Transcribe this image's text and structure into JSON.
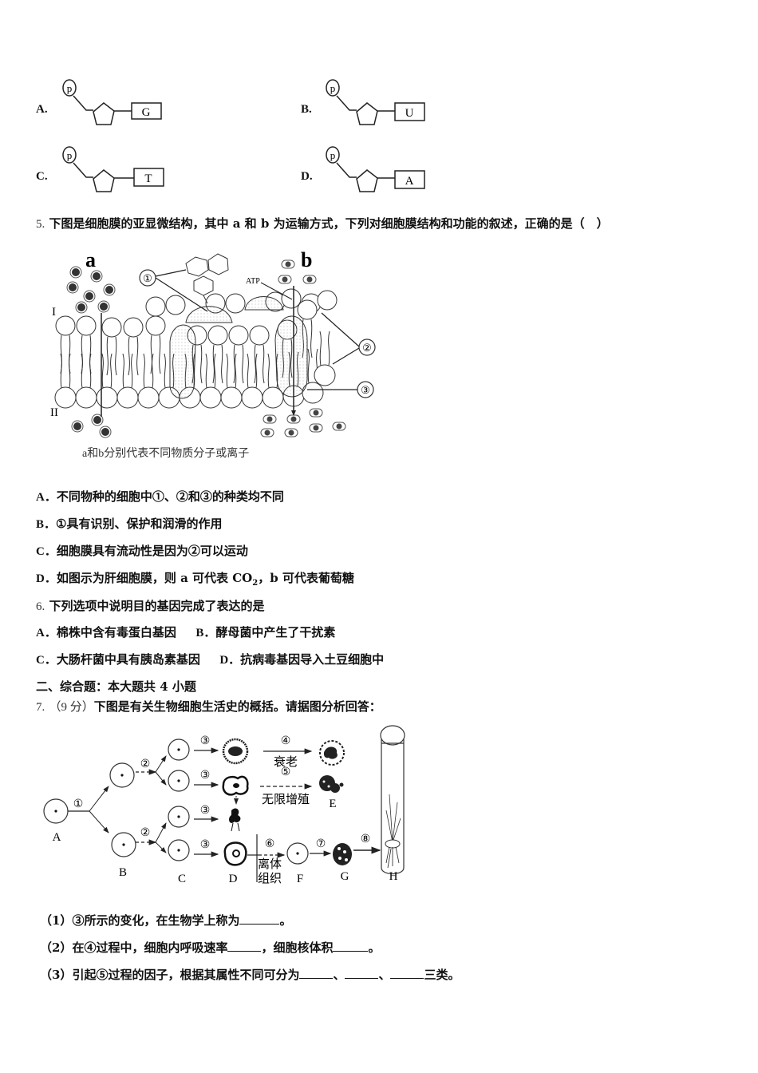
{
  "q4_options": [
    {
      "letter": "A.",
      "base": "G",
      "phosphate": "p"
    },
    {
      "letter": "B.",
      "base": "U",
      "phosphate": "p"
    },
    {
      "letter": "C.",
      "base": "T",
      "phosphate": "p"
    },
    {
      "letter": "D.",
      "base": "A",
      "phosphate": "p"
    }
  ],
  "q5": {
    "number": "5.",
    "stem": "下图是细胞膜的亚显微结构，其中 a 和 b 为运输方式，下列对细胞膜结构和功能的叙述，正确的是（　）",
    "figure": {
      "label_a": "a",
      "label_b": "b",
      "label_I": "I",
      "label_II": "II",
      "label_atp": "ATP",
      "marker_1": "①",
      "marker_2": "②",
      "marker_3": "③",
      "caption": "a和b分别代表不同物质分子或离子"
    },
    "options": [
      {
        "letter": "A．",
        "text": "不同物种的细胞中①、②和③的种类均不同"
      },
      {
        "letter": "B．",
        "text": "①具有识别、保护和润滑的作用"
      },
      {
        "letter": "C．",
        "text": "细胞膜具有流动性是因为②可以运动"
      },
      {
        "letter": "D．",
        "text_pre": "如图示为肝细胞膜，则 a 可代表 CO",
        "sub": "2",
        "text_post": "，b 可代表葡萄糖"
      }
    ]
  },
  "q6": {
    "number": "6.",
    "stem": "下列选项中说明目的基因完成了表达的是",
    "options": [
      {
        "letter": "A．",
        "text": "棉株中含有毒蛋白基因"
      },
      {
        "letter": "B．",
        "text": "酵母菌中产生了干扰素"
      },
      {
        "letter": "C．",
        "text": "大肠杆菌中具有胰岛素基因"
      },
      {
        "letter": "D．",
        "text": "抗病毒基因导入土豆细胞中"
      }
    ]
  },
  "section2": {
    "heading": "二、综合题：本大题共 4 小题"
  },
  "q7": {
    "number": "7.",
    "score": "（9 分）",
    "stem": "下图是有关生物细胞生活史的概括。请据图分析回答：",
    "figure": {
      "labels": [
        "A",
        "B",
        "C",
        "D",
        "E",
        "F",
        "G",
        "H"
      ],
      "step_1": "①",
      "step_2": "②",
      "step_3": "③",
      "step_4": "④",
      "step_5": "⑤",
      "step_6": "⑥",
      "step_7": "⑦",
      "step_8": "⑧",
      "text_aging": "衰老",
      "text_unlimited": "无限增殖",
      "text_isolated_1": "离体",
      "text_isolated_2": "组织"
    },
    "subquestions": [
      {
        "prefix": "（1）",
        "parts": [
          "③所示的变化，在生物学上称为",
          "。"
        ]
      },
      {
        "prefix": "（2）",
        "parts": [
          "在④过程中，细胞内呼吸速率",
          "，细胞核体积",
          "。"
        ]
      },
      {
        "prefix": "（3）",
        "parts": [
          "引起⑤过程的因子，根据其属性不同可分为",
          "、",
          "、",
          "三类。"
        ]
      }
    ]
  }
}
